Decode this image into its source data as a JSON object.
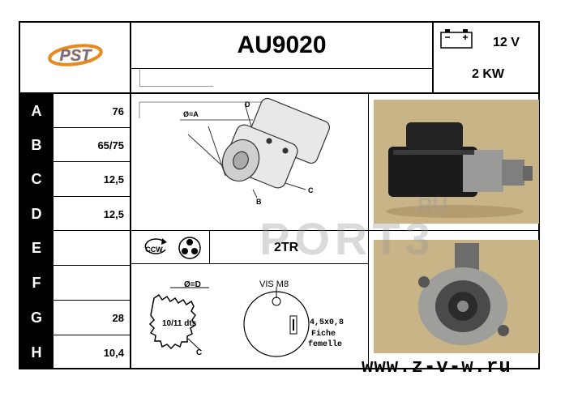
{
  "header": {
    "logo_text": "PST",
    "part_number": "AU9020",
    "voltage": "12 V",
    "power": "2 KW",
    "battery_icon": "battery-icon"
  },
  "dimensions": [
    {
      "letter": "A",
      "value": "76"
    },
    {
      "letter": "B",
      "value": "65/75"
    },
    {
      "letter": "C",
      "value": "12,5"
    },
    {
      "letter": "D",
      "value": "12,5"
    },
    {
      "letter": "E",
      "value": ""
    },
    {
      "letter": "F",
      "value": ""
    },
    {
      "letter": "G",
      "value": "28"
    },
    {
      "letter": "H",
      "value": "10,4"
    }
  ],
  "drawing": {
    "label_diameter_a": "Ø=A",
    "label_d": "D",
    "label_c": "C",
    "label_b": "B",
    "rotation": "CCW",
    "terminal_type": "2TR",
    "pinion_diameter": "Ø=D",
    "teeth": "10/11 dts",
    "pinion_c": "C",
    "vis": "VIS M8",
    "fiche_size": "4,5x0,8",
    "fiche_line1": "Fiche",
    "fiche_line2": "femelle"
  },
  "watermark": {
    "text": "PORT3",
    "suffix": "RU"
  },
  "footer": {
    "website": "www.z-v-w.ru"
  },
  "colors": {
    "photo_bg": "#c9b487",
    "motor_body": "#1b1b1b"
  }
}
